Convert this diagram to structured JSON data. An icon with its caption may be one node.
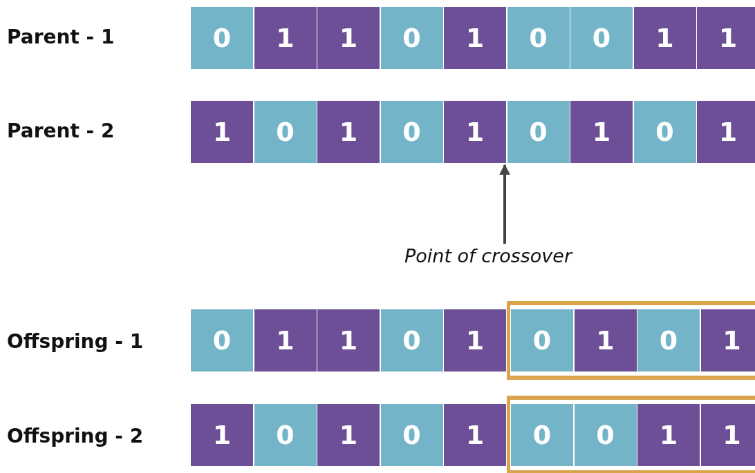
{
  "diagram": {
    "nodes": [
      {
        "text": [
          "0"
        ]
      },
      {
        "text": [
          "1"
        ]
      },
      {
        "text": [
          "1"
        ]
      },
      {
        "text": [
          "0"
        ]
      },
      {
        "text": [
          "1"
        ]
      },
      {
        "text": [
          "0"
        ]
      },
      {
        "text": [
          "0"
        ]
      },
      {
        "text": [
          "1"
        ]
      },
      {
        "text": [
          "1"
        ]
      },
      {
        "text": [
          "1"
        ]
      },
      {
        "text": [
          "0"
        ]
      },
      {
        "text": [
          "1"
        ]
      },
      {
        "text": [
          "0"
        ]
      },
      {
        "text": [
          "1"
        ]
      },
      {
        "text": [
          "0"
        ]
      },
      {
        "text": [
          "1"
        ]
      },
      {
        "text": [
          "0"
        ]
      },
      {
        "text": [
          "1"
        ]
      },
      {
        "text": [
          "Point of crossover"
        ]
      },
      {
        "text": [
          "0"
        ]
      },
      {
        "text": [
          "1"
        ]
      },
      {
        "text": [
          "1"
        ]
      },
      {
        "text": [
          "0"
        ]
      },
      {
        "text": [
          "1"
        ]
      },
      {
        "text": [],
        "shape": "box"
      },
      {
        "text": [
          "0"
        ],
        "in": 24
      },
      {
        "text": [
          "1"
        ],
        "in": 24
      },
      {
        "text": [
          "0"
        ],
        "in": 24
      },
      {
        "text": [
          "1"
        ],
        "in": 24
      },
      {
        "text": [
          "1"
        ]
      },
      {
        "text": [
          "0"
        ]
      },
      {
        "text": [
          "1"
        ]
      },
      {
        "text": [
          "0"
        ]
      },
      {
        "text": [
          "1"
        ]
      },
      {
        "text": [],
        "shape": "box"
      },
      {
        "text": [
          "0"
        ],
        "in": 34
      },
      {
        "text": [
          "0"
        ],
        "in": 34
      },
      {
        "text": [
          "1"
        ],
        "in": 34
      },
      {
        "text": [
          "1"
        ],
        "in": 34
      }
    ],
    "edges": [
      {
        "from": 18,
        "to": 13,
        "arrow": "to"
      }
    ],
    "labels": [
      "Parent - 1",
      "Parent - 2",
      "Offspring - 1",
      "Offspring - 2"
    ]
  }
}
